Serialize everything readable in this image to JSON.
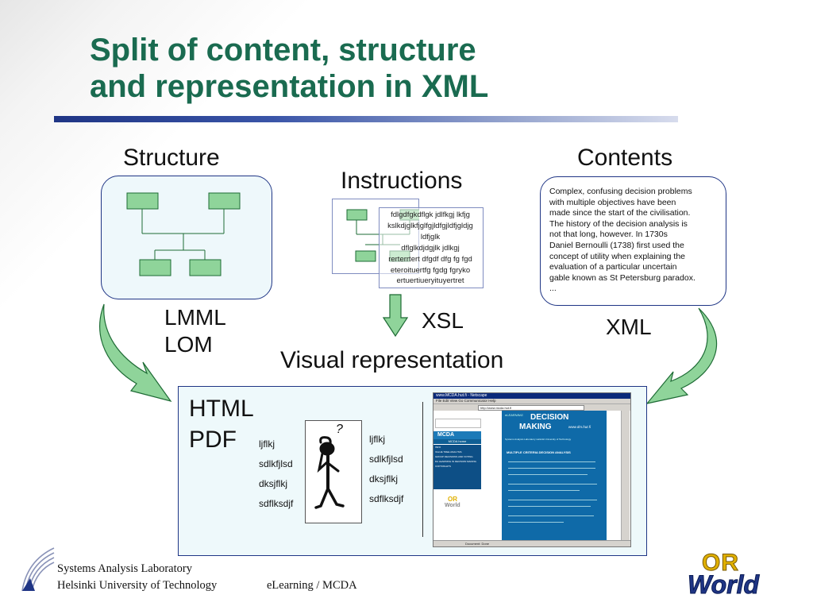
{
  "title": {
    "line1": "Split of content, structure",
    "line2": "and representation in XML"
  },
  "labels": {
    "structure": "Structure",
    "contents": "Contents",
    "instructions": "Instructions",
    "lmml": "LMML",
    "lom": "LOM",
    "xsl": "XSL",
    "xml": "XML",
    "visual_representation": "Visual representation",
    "html": "HTML",
    "pdf": "PDF"
  },
  "contents_text": [
    "Complex, confusing decision problems",
    "with multiple objectives have been",
    " made since the start of the civilisation.",
    "The history of the decision analysis is",
    " not that long, however. In 1730s",
    "Daniel Bernoulli (1738) first used the",
    "concept of utility when explaining the",
    "evaluation of a particular uncertain",
    "gable known as St Petersburg paradox.",
    "..."
  ],
  "instructions_text": [
    "fdlgdfgkdflgk jdlfkgj lkfjg",
    "kslkdjglkfjglfgjldfgjldfjgldjg",
    "ldfjglk",
    "dflglkdjdgjlk jdlkgj",
    "rerterrtert dfgdf dfg fg fgd",
    "eteroituertfg  fgdg fgryko",
    "ertuertiueryituyertret"
  ],
  "left_list": [
    "ljflkj",
    "sdlkfjlsd",
    "dksjflkj",
    "sdflksdjf"
  ],
  "right_list": [
    "ljflkj",
    "sdlkfjlsd",
    "dksjflkj",
    "sdflksdjf"
  ],
  "thinker": {
    "question_mark": "?"
  },
  "browser": {
    "window_title": "www.MCDA.hut.fi - Netscape",
    "menu": "File  Edit  View  Go  Communicator  Help",
    "address": "http://www.mcda.hut.fi",
    "badge": "MCDA",
    "sidebar_label": "MCDA home",
    "header_line1": "DECISION",
    "header_line2": "MAKING",
    "header_prefix": "eLEARNING",
    "site": "www.dm.hut.fi",
    "org_line": "Systems Analysis Laboratory  Helsinki University of Technology",
    "section": "MULTIPLE CRITERIA DECISION ANALYSIS",
    "nav_items": [
      "INFO",
      "VALUE TREE ANALYSIS",
      "GROUP DECISIONS AND VOTING",
      "DA LEARNING IN DECISION MAKING",
      "COPYRIGHTS"
    ],
    "status": "Document: Done",
    "logo_or": "OR",
    "logo_world": "World"
  },
  "footer": {
    "lab": "Systems Analysis Laboratory",
    "university": "Helsinki University of Technology",
    "course": "eLearning / MCDA"
  },
  "logo": {
    "top": "OR",
    "bottom": "World"
  },
  "colors": {
    "title": "#1a6b50",
    "rule": "#1f3585",
    "node_fill": "#8fd49a",
    "node_stroke": "#1e6b35",
    "arrow_fill": "#8fd49a",
    "box_border": "#1f3585",
    "logo_or": "#e0b000",
    "logo_world": "#1f3585"
  }
}
